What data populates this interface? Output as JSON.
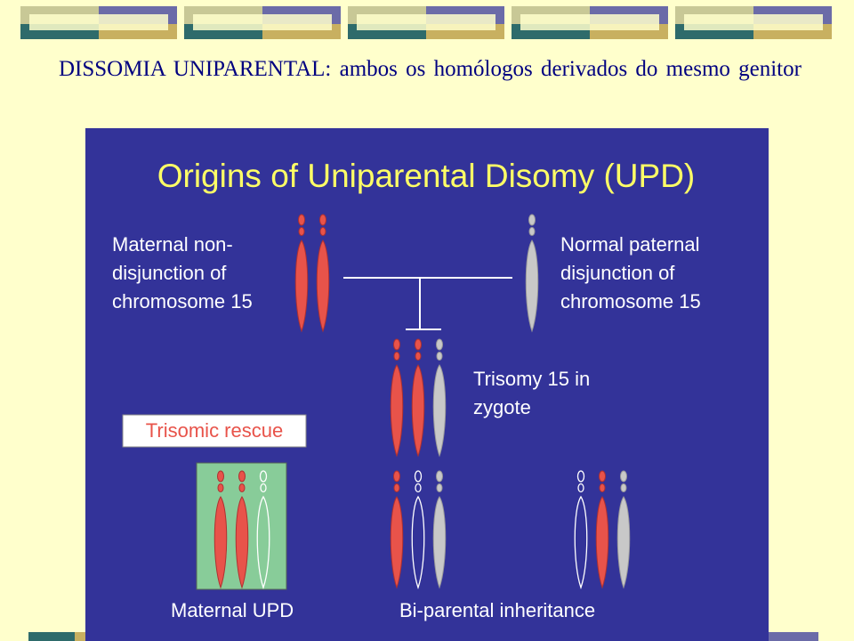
{
  "slide": {
    "heading": "DISSOMIA UNIPARENTAL: ambos os homólogos derivados do mesmo genitor"
  },
  "diagram": {
    "title": "Origins of Uniparental Disomy (UPD)",
    "maternal_label": [
      "Maternal non-",
      "disjunction of",
      "chromosome 15"
    ],
    "paternal_label": [
      "Normal paternal",
      "disjunction of",
      "chromosome 15"
    ],
    "zygote_label": [
      "Trisomy 15 in",
      "zygote"
    ],
    "rescue_label": "Trisomic rescue",
    "outcome_left": "Maternal UPD",
    "outcome_right": "Bi-parental inheritance"
  },
  "colors": {
    "background": "#ffffcc",
    "panel": "#333399",
    "title": "#ffff66",
    "maternal": "#e8534a",
    "paternal": "#c8c8c8",
    "highlight": "#88cc99",
    "heading_text": "#000080"
  }
}
